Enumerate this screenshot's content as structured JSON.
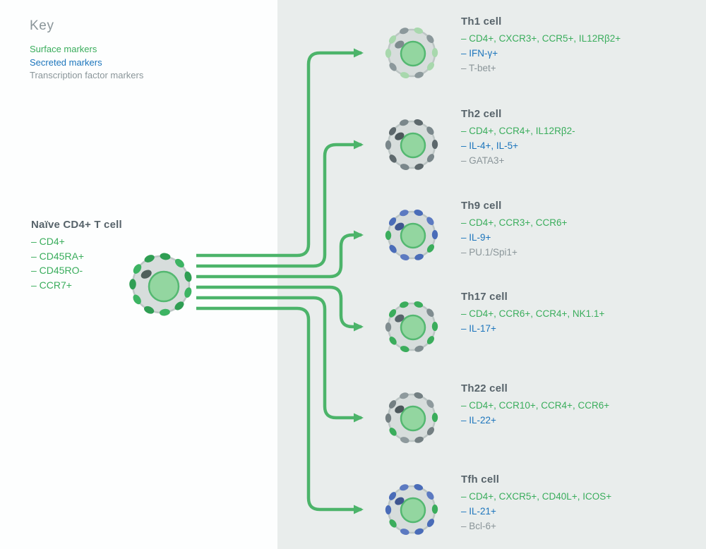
{
  "key": {
    "title": "Key",
    "items": [
      {
        "label": "Surface markers",
        "type": "surface"
      },
      {
        "label": "Secreted markers",
        "type": "secreted"
      },
      {
        "label": "Transcription factor markers",
        "type": "transcription"
      }
    ]
  },
  "naive": {
    "title": "Naïve CD4+ T cell",
    "markers": [
      "– CD4+",
      "– CD45RA+",
      "– CD45RO-",
      "– CCR7+"
    ],
    "illustration": {
      "receptors": [
        "#2f9e53",
        "#3db463"
      ],
      "blob": "#50605c"
    }
  },
  "cells": [
    {
      "name": "Th1 cell",
      "lines": [
        {
          "text": "– CD4+, CXCR3+, CCR5+, IL12Rβ2+",
          "type": "surface"
        },
        {
          "text": "– IFN-γ+",
          "type": "secreted"
        },
        {
          "text": "– T-bet+",
          "type": "transcription"
        }
      ],
      "illustration": {
        "receptors": [
          "#a8d8ad",
          "#8b989b",
          "#a8d8ad",
          "#a8d8ad",
          "#8b989b"
        ],
        "blob": "#7e8b8e"
      }
    },
    {
      "name": "Th2 cell",
      "lines": [
        {
          "text": "– CD4+, CCR4+, IL12Rβ2-",
          "type": "surface"
        },
        {
          "text": "– IL-4+, IL-5+",
          "type": "secreted"
        },
        {
          "text": "– GATA3+",
          "type": "transcription"
        }
      ],
      "illustration": {
        "receptors": [
          "#5d686c",
          "#7a878b"
        ],
        "blob": "#4c575b"
      }
    },
    {
      "name": "Th9 cell",
      "lines": [
        {
          "text": "– CD4+, CCR3+, CCR6+",
          "type": "surface"
        },
        {
          "text": "– IL-9+",
          "type": "secreted"
        },
        {
          "text": "– PU.1/Spi1+",
          "type": "transcription"
        }
      ],
      "illustration": {
        "receptors": [
          "#4a6cb8",
          "#5c7ac1",
          "#4a6cb8",
          "#3bad5c"
        ],
        "blob": "#3f5690"
      }
    },
    {
      "name": "Th17 cell",
      "lines": [
        {
          "text": "– CD4+, CCR6+, CCR4+, NK1.1+",
          "type": "surface"
        },
        {
          "text": "– IL-17+",
          "type": "secreted"
        }
      ],
      "illustration": {
        "receptors": [
          "#3bad5c",
          "#808d90",
          "#3bad5c"
        ],
        "blob": "#57646a"
      }
    },
    {
      "name": "Th22 cell",
      "lines": [
        {
          "text": "– CD4+, CCR10+, CCR4+, CCR6+",
          "type": "surface"
        },
        {
          "text": "– IL-22+",
          "type": "secreted"
        }
      ],
      "illustration": {
        "receptors": [
          "#737f82",
          "#8e9a9d",
          "#3bad5c",
          "#737f82"
        ],
        "blob": "#4c575b"
      }
    },
    {
      "name": "Tfh cell",
      "lines": [
        {
          "text": "– CD4+, CXCR5+, CD40L+, ICOS+",
          "type": "surface"
        },
        {
          "text": "– IL-21+",
          "type": "secreted"
        },
        {
          "text": "– Bcl-6+",
          "type": "transcription"
        }
      ],
      "illustration": {
        "receptors": [
          "#4a6cb8",
          "#5c7ac1",
          "#3bad5c",
          "#4a6cb8"
        ],
        "blob": "#3f5690"
      }
    }
  ],
  "colors": {
    "surface": "#3aad5c",
    "secreted": "#1c75bc",
    "transcription": "#8a9599",
    "title": "#57636a",
    "arrow": "#4cb46a",
    "left_bg": "#fdfefe",
    "right_bg": "#e9edec",
    "cell_body": "#d7dddc",
    "cell_body_edge": "#bdc6c5",
    "nucleus": "#93d6a0",
    "nucleus_edge": "#54b871"
  }
}
